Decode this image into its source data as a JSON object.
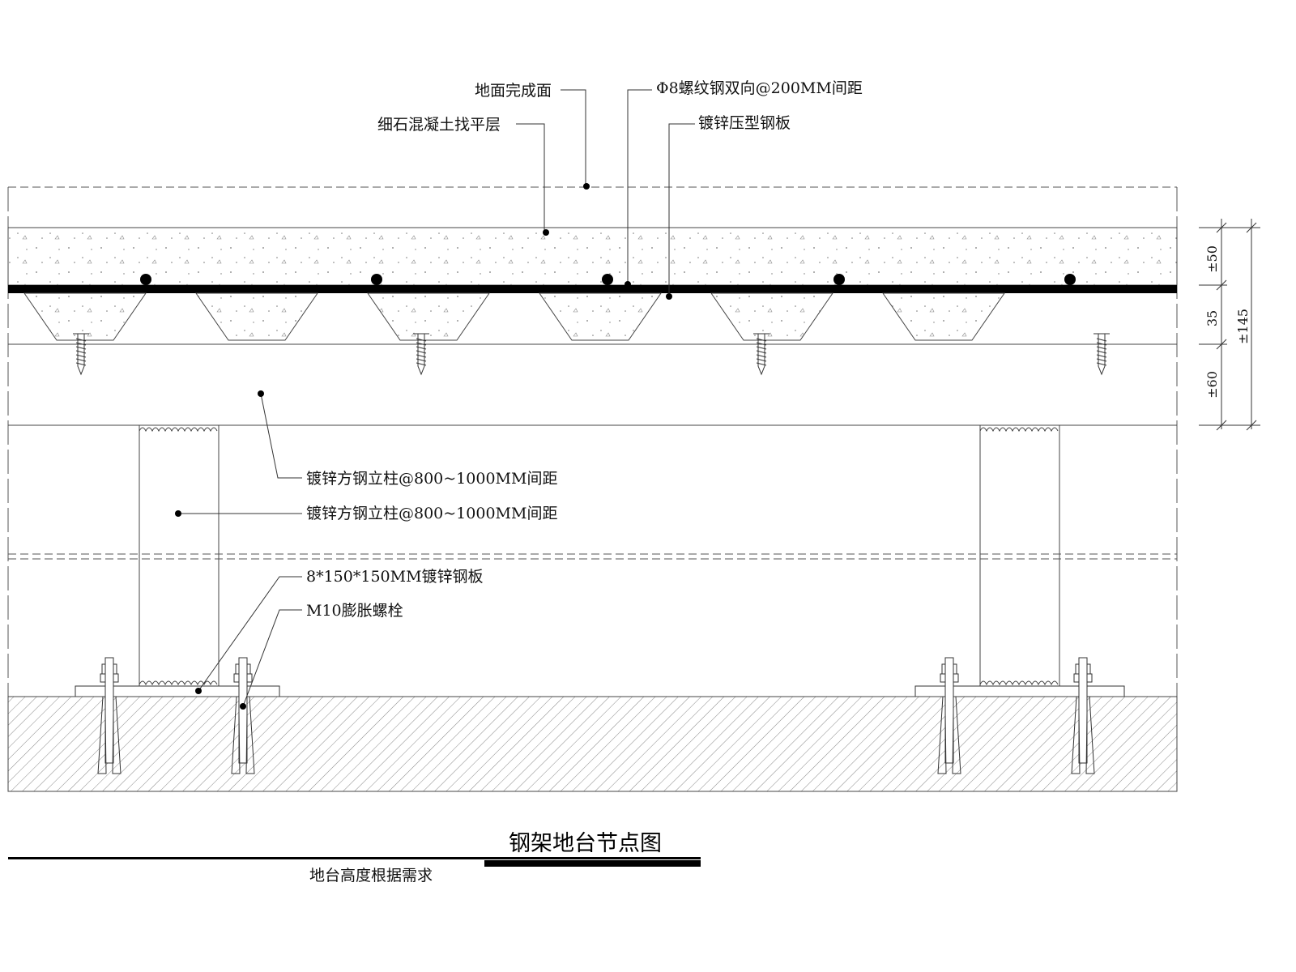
{
  "title": "钢架地台节点图",
  "subtitle": "地台高度根据需求",
  "labels": {
    "finish_surface": "地面完成面",
    "rebar": "Φ8螺纹钢双向@200MM间距",
    "screed": "细石混凝土找平层",
    "deck": "镀锌压型钢板",
    "column1": "镀锌方钢立柱@800~1000MM间距",
    "column2": "镀锌方钢立柱@800~1000MM间距",
    "base_plate": "8*150*150MM镀锌钢板",
    "bolt": "M10膨胀螺栓"
  },
  "dimensions": {
    "d1": "±50",
    "d2": "35",
    "d3": "±60",
    "total": "±145"
  }
}
